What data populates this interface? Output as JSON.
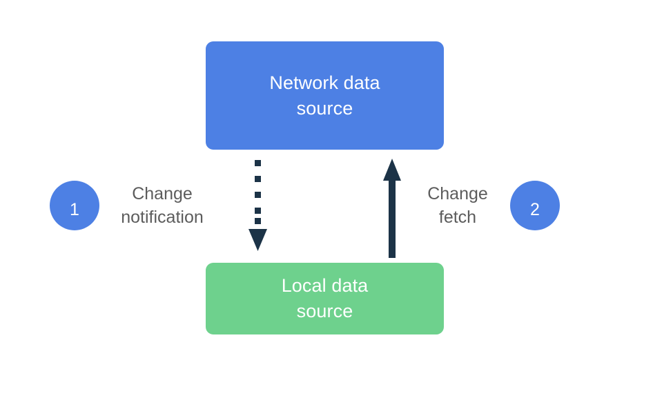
{
  "diagram": {
    "title_text_absent": "",
    "background_color": "#ffffff",
    "nodes": [
      {
        "id": "network-data-source",
        "label": "Network data\nsource",
        "color": "#4d80e4",
        "text_color": "#ffffff"
      },
      {
        "id": "local-data-source",
        "label": "Local data\nsource",
        "color": "#6ed18d",
        "text_color": "#ffffff"
      }
    ],
    "steps": [
      {
        "number": "1",
        "caption": "Change\nnotification",
        "badge_color": "#4d80e4",
        "caption_color": "#5c5c5c",
        "arrow": {
          "style": "dotted",
          "direction": "down",
          "color": "#1c3347",
          "from": "network-data-source",
          "to": "local-data-source"
        }
      },
      {
        "number": "2",
        "caption": "Change\nfetch",
        "badge_color": "#4d80e4",
        "caption_color": "#5c5c5c",
        "arrow": {
          "style": "solid",
          "direction": "up",
          "color": "#1c3347",
          "from": "local-data-source",
          "to": "network-data-source"
        }
      }
    ],
    "arrow_color": "#1c3347"
  }
}
